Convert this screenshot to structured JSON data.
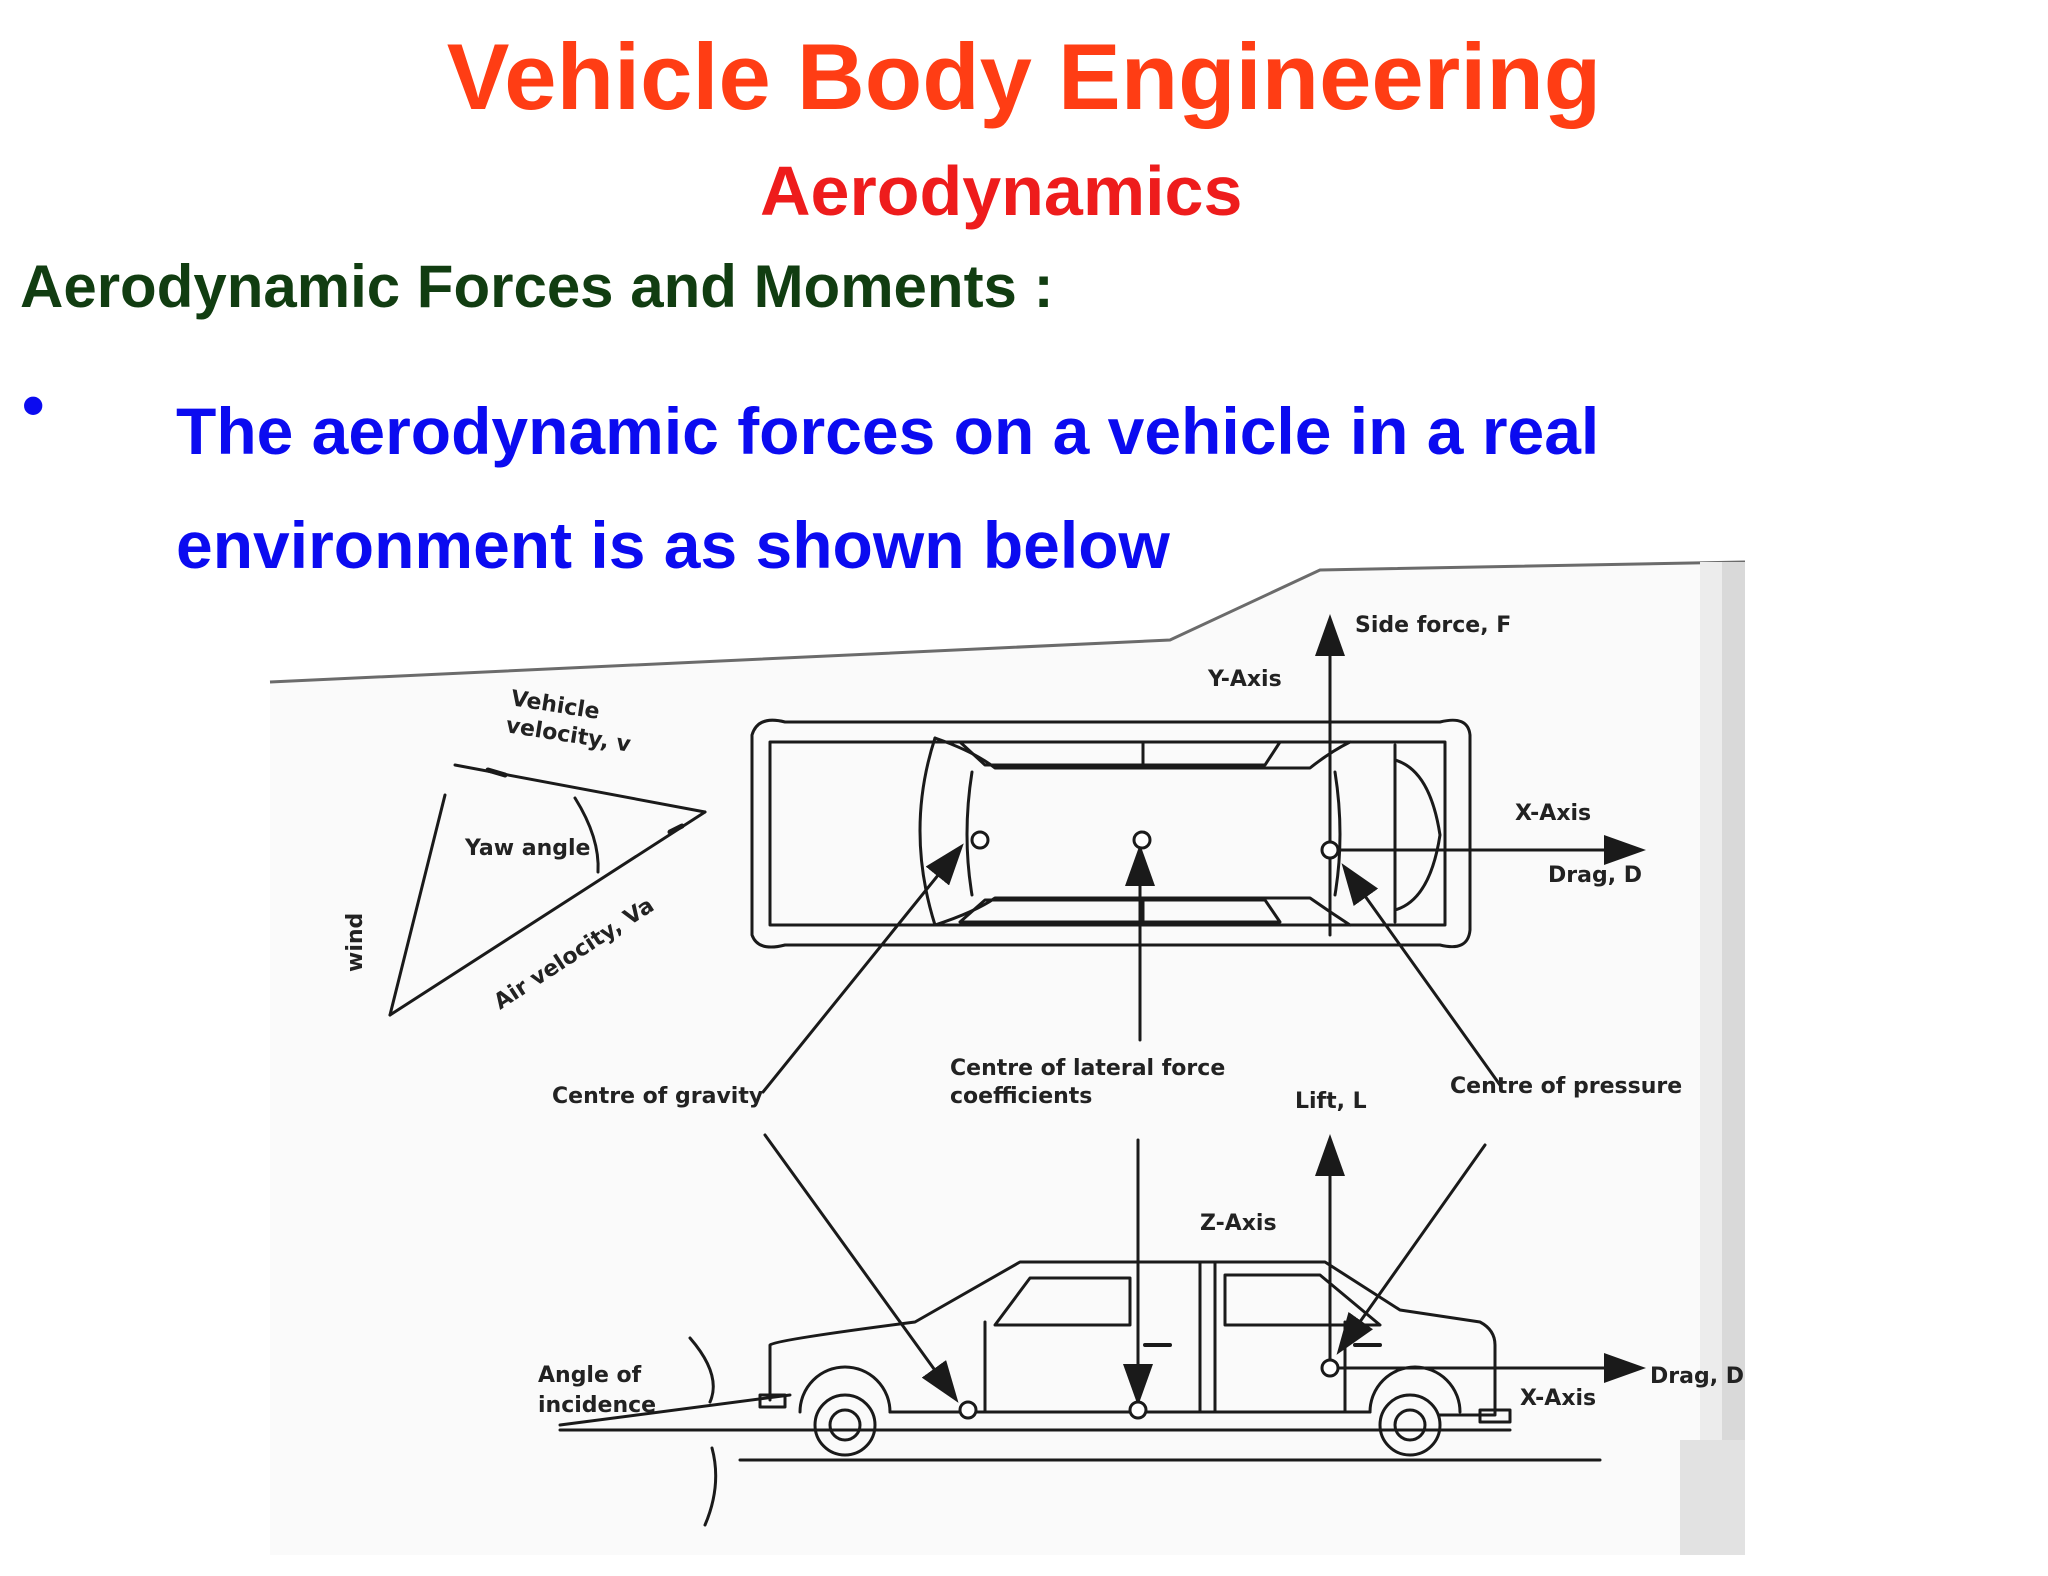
{
  "colors": {
    "title": "#ff3d14",
    "subtitle": "#ee1c1c",
    "section": "#113d11",
    "bullet": "#0b0bf0",
    "ink": "#1a1a1a"
  },
  "slide": {
    "title": "Vehicle Body Engineering",
    "subtitle": "Aerodynamics",
    "section_heading": "Aerodynamic Forces and Moments :",
    "bullet_marker": "•",
    "bullet_text": "The aerodynamic forces on a vehicle in a real environment is as shown below"
  },
  "diagram": {
    "labels": {
      "side_force": "Side force, F",
      "y_axis": "Y-Axis",
      "vehicle_velocity_line1": "Vehicle",
      "vehicle_velocity_line2": "velocity, v",
      "x_axis_top": "X-Axis",
      "drag_top": "Drag, D",
      "yaw_angle": "Yaw angle",
      "air_velocity": "Air velocity, Va",
      "wind": "wind",
      "centre_of_gravity": "Centre of gravity",
      "centre_lateral_line1": "Centre of lateral force",
      "centre_lateral_line2": "coefficients",
      "lift": "Lift, L",
      "centre_of_pressure": "Centre of pressure",
      "z_axis": "Z-Axis",
      "angle_incidence_line1": "Angle of",
      "angle_incidence_line2": "incidence",
      "drag_bottom": "Drag, D",
      "x_axis_bottom": "X-Axis"
    }
  }
}
